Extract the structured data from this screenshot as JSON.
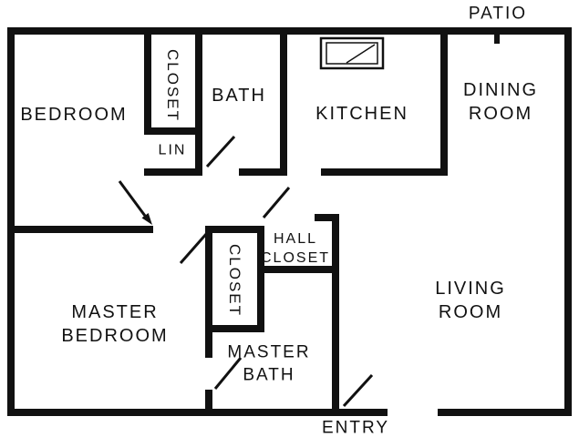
{
  "plan": {
    "labels": {
      "patio": "PATIO",
      "bedroom": "BEDROOM",
      "closet_top": "CLOSET",
      "bath": "BATH",
      "linen": "LIN",
      "kitchen": "KITCHEN",
      "dining_room": "DINING\nROOM",
      "master_bedroom": "MASTER\nBEDROOM",
      "master_closet": "CLOSET",
      "hall_closet": "HALL\nCLOSET",
      "master_bath": "MASTER\nBATH",
      "living_room": "LIVING\nROOM",
      "entry": "ENTRY"
    },
    "colors": {
      "wall": "#111111",
      "background": "#ffffff",
      "text": "#111111"
    },
    "icons": {
      "kitchen_sink": "kitchen-sink-icon",
      "door_swing": "door-swing-line",
      "entry_arrow": "entry-direction-arrow"
    }
  }
}
